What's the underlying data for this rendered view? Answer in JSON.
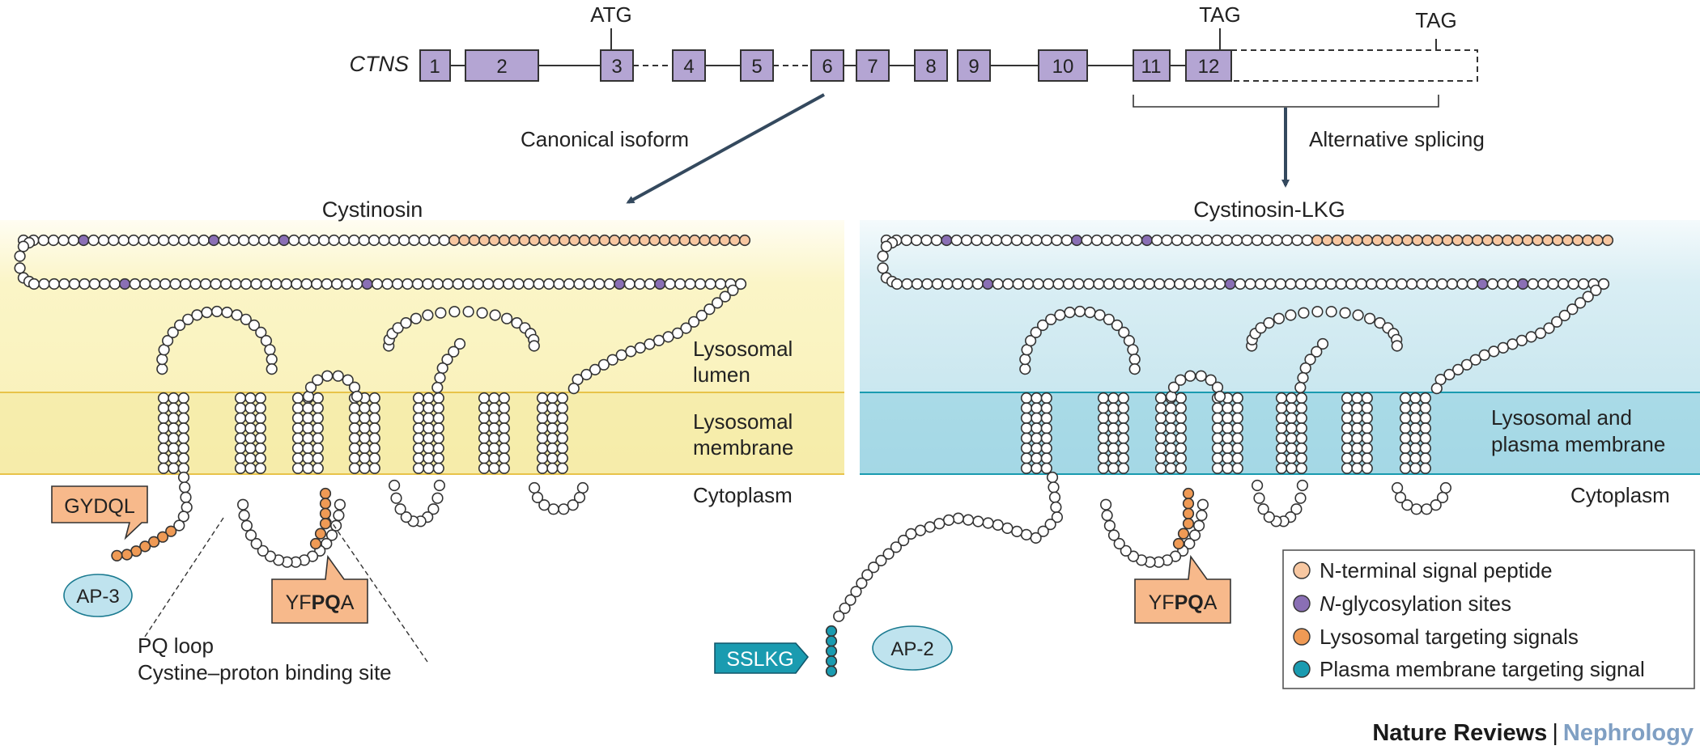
{
  "gene": {
    "name": "CTNS",
    "exons": [
      "1",
      "2",
      "3",
      "4",
      "5",
      "6",
      "7",
      "8",
      "9",
      "10",
      "11",
      "12"
    ],
    "start_codon": "ATG",
    "stop_codon": "TAG",
    "alt_stop_codon": "TAG"
  },
  "arrows": {
    "canonical_label": "Canonical isoform",
    "alternative_label": "Alternative splicing"
  },
  "left_panel": {
    "title": "Cystinosin",
    "lumen_line1": "Lysosomal",
    "lumen_line2": "lumen",
    "membrane_line1": "Lysosomal",
    "membrane_line2": "membrane",
    "cytoplasm": "Cytoplasm",
    "motif_ap3": "GYDQL",
    "adaptor_ap3": "AP-3",
    "motif_pq_pre": "YF",
    "motif_pq_bold": "PQ",
    "motif_pq_post": "A",
    "pq_loop": "PQ loop",
    "binding_site": "Cystine–proton binding site",
    "background_color": "#fbf6c8",
    "membrane_line_color": "#e8c34a"
  },
  "right_panel": {
    "title": "Cystinosin-LKG",
    "membrane_line1": "Lysosomal and",
    "membrane_line2": "plasma membrane",
    "cytoplasm": "Cytoplasm",
    "motif_sslkg": "SSLKG",
    "adaptor_ap2": "AP-2",
    "motif_pq_pre": "YF",
    "motif_pq_bold": "PQ",
    "motif_pq_post": "A",
    "background_color": "#cfe8f0",
    "membrane_line_color": "#1a9bb0"
  },
  "legend": [
    {
      "pre": "N-terminal signal peptide",
      "italic": "",
      "post": "",
      "color": "#f7c7a1"
    },
    {
      "pre": "",
      "italic": "N",
      "post": "-glycosylation sites",
      "color": "#8a6fb5"
    },
    {
      "pre": "Lysosomal targeting signals",
      "italic": "",
      "post": "",
      "color": "#ef9a55"
    },
    {
      "pre": "Plasma membrane targeting signal",
      "italic": "",
      "post": "",
      "color": "#1a9bb0"
    }
  ],
  "colors": {
    "exon_fill": "#b4a5d3",
    "signal_peptide": "#f7c7a1",
    "glyco": "#8a6fb5",
    "lysosomal": "#ef9a55",
    "plasma": "#1a9bb0",
    "arrow": "#34495e"
  },
  "footer": {
    "publisher": "Nature Reviews",
    "separator": "|",
    "journal": "Nephrology"
  }
}
